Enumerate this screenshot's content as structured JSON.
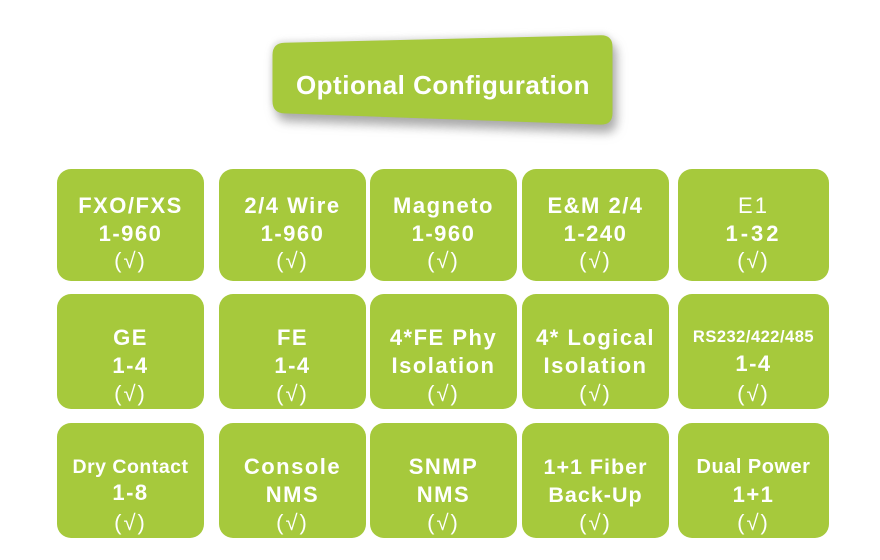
{
  "title": {
    "label": "Optional Configuration"
  },
  "colors": {
    "green": "#a6c93c",
    "text": "#ffffff",
    "shadow": "#9b9b9b"
  },
  "grid": {
    "cells": [
      {
        "line1": "FXO/FXS",
        "line2": "1-960",
        "check": "(√)"
      },
      {
        "line1": "2/4 Wire",
        "line2": "1-960",
        "check": "(√)"
      },
      {
        "line1": "Magneto",
        "line2": "1-960",
        "check": "(√)"
      },
      {
        "line1": "E&M 2/4",
        "line2": "1-240",
        "check": "(√)"
      },
      {
        "line1": "E1",
        "line2": "1-32",
        "check": "(√)"
      },
      {
        "line1": "GE",
        "line2": "1-4",
        "check": "(√)"
      },
      {
        "line1": "FE",
        "line2": "1-4",
        "check": "(√)"
      },
      {
        "line1": "4*FE Phy",
        "line2": "Isolation",
        "check": "(√)"
      },
      {
        "line1": "4* Logical",
        "line2": "Isolation",
        "check": "(√)"
      },
      {
        "line1": "RS232/422/485",
        "line2": "1-4",
        "check": "(√)"
      },
      {
        "line1": "Dry Contact",
        "line2": "1-8",
        "check": "(√)"
      },
      {
        "line1": "Console",
        "line2": "NMS",
        "check": "(√)"
      },
      {
        "line1": "SNMP",
        "line2": "NMS",
        "check": "(√)"
      },
      {
        "line1": "1+1 Fiber",
        "line2": "Back-Up",
        "check": "(√)"
      },
      {
        "line1": "Dual Power",
        "line2": "1+1",
        "check": "(√)"
      }
    ]
  }
}
